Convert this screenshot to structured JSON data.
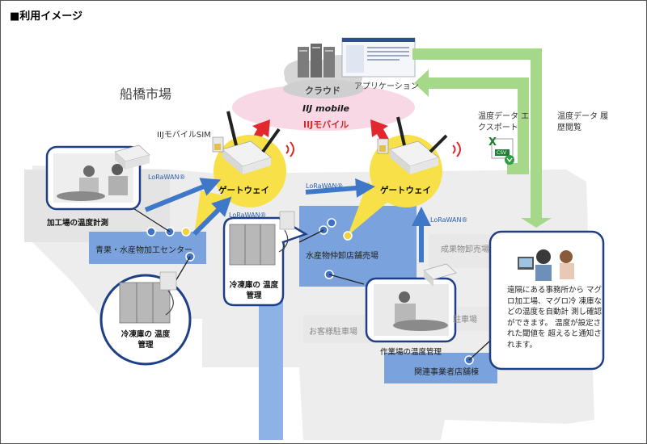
{
  "title": "■利用イメージ",
  "market_name": "船橋市場",
  "cloud": {
    "label": "クラウド",
    "app_label": "アプリケーション"
  },
  "iij": {
    "brand": "IIJ mobile",
    "name": "IIJモバイル",
    "sim_label": "IIJモバイルSIM"
  },
  "export_label": "温度データ エクスポート",
  "history_label": "温度データ 履歴閲覧",
  "gateway_label": "ゲートウェイ",
  "lorawan_label": "LoRaWAN®",
  "buildings": {
    "center": "青果・水産物加工センター",
    "wholesale": "水産物仲卸店舗売場",
    "related": "関連事業者店舗棟",
    "produce": "成果物卸売場",
    "parking": "お客様駐車場",
    "parking2": "駐車場"
  },
  "captions": {
    "processing": "加工場の温度計測",
    "work": "作業場の温度管理",
    "freezer1": "冷凍庫の 温度管理",
    "freezer2": "冷凍庫の 温度管理"
  },
  "info_text": "遠隔にある事務所から マグロ加工場、マグロ冷 凍庫などの温度を自動計 測し確認ができます。 温度が設定された閾値を 超えると通知されます。",
  "csv_icon_label": "CSV",
  "colors": {
    "arrow_blue": "#3f78c8",
    "arrow_red": "#e0282e",
    "arrow_green": "#a6d88a",
    "gateway_fill": "#f7e048",
    "building_blue": "#7aa3dd",
    "pink_oval": "#f8d8e4"
  }
}
